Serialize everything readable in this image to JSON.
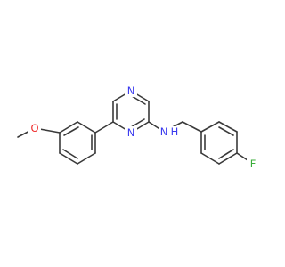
{
  "molecule": {
    "atom_labels": {
      "n_ring_top": "N",
      "n_ring_bottom": "N",
      "nh": "N",
      "h": "H",
      "o": "O",
      "f": "F"
    },
    "colors": {
      "bond": "#3a3a3a",
      "nitrogen": "#3a3aee",
      "oxygen": "#ee2a2a",
      "fluorine": "#3aae3a"
    }
  }
}
